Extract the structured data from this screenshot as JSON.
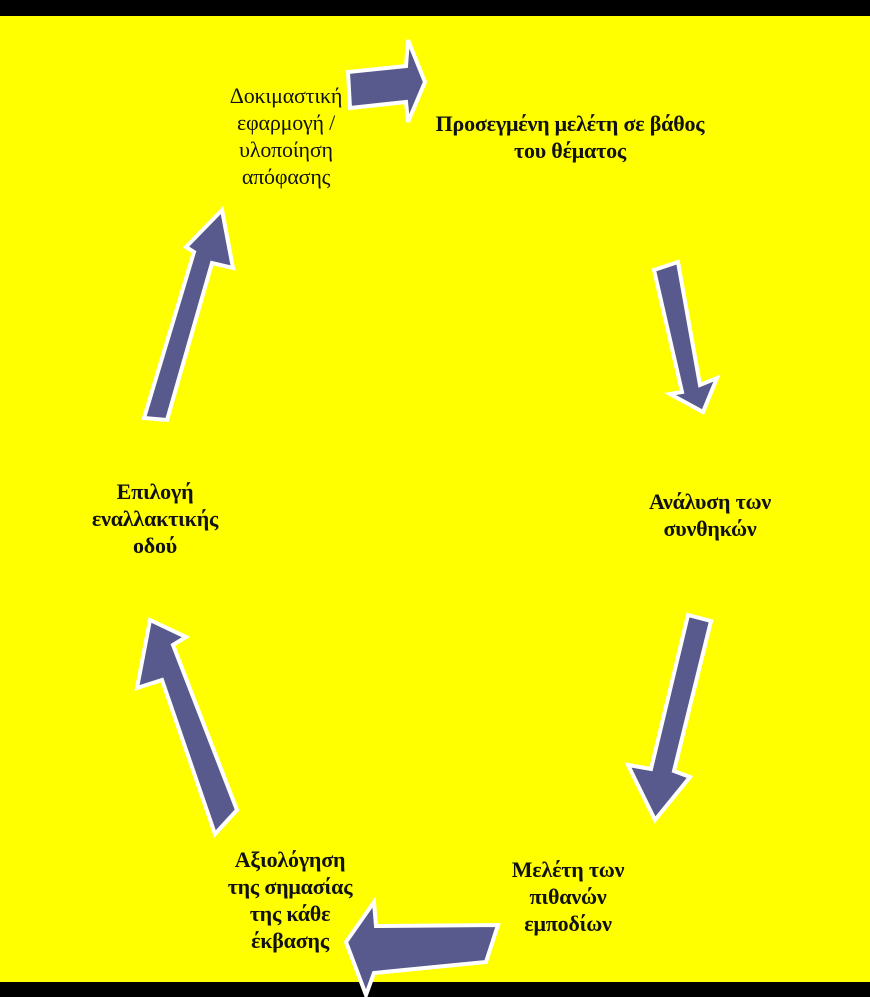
{
  "colors": {
    "background": "#FFFF00",
    "frame": "#000000",
    "arrow_fill": "#58598C",
    "arrow_outline": "#FFFFFF"
  },
  "cycle": {
    "steps": [
      {
        "id": "step-1",
        "text": "Προσεγμένη μελέτη σε βάθος\nτου θέματος",
        "bold": true
      },
      {
        "id": "step-2",
        "text": "Ανάλυση των\nσυνθηκών",
        "bold": true
      },
      {
        "id": "step-3",
        "text": "Μελέτη των\nπιθανών\nεμποδίων",
        "bold": true
      },
      {
        "id": "step-4",
        "text": "Αξιολόγηση\nτης σημασίας\nτης κάθε\nέκβασης",
        "bold": true
      },
      {
        "id": "step-5",
        "text": "Επιλογή\nεναλλακτικής\nοδού",
        "bold": true
      },
      {
        "id": "step-6",
        "text": "Δοκιμαστική\nεφαρμογή /\nυλοποίηση\nαπόφασης",
        "bold": false
      }
    ]
  }
}
